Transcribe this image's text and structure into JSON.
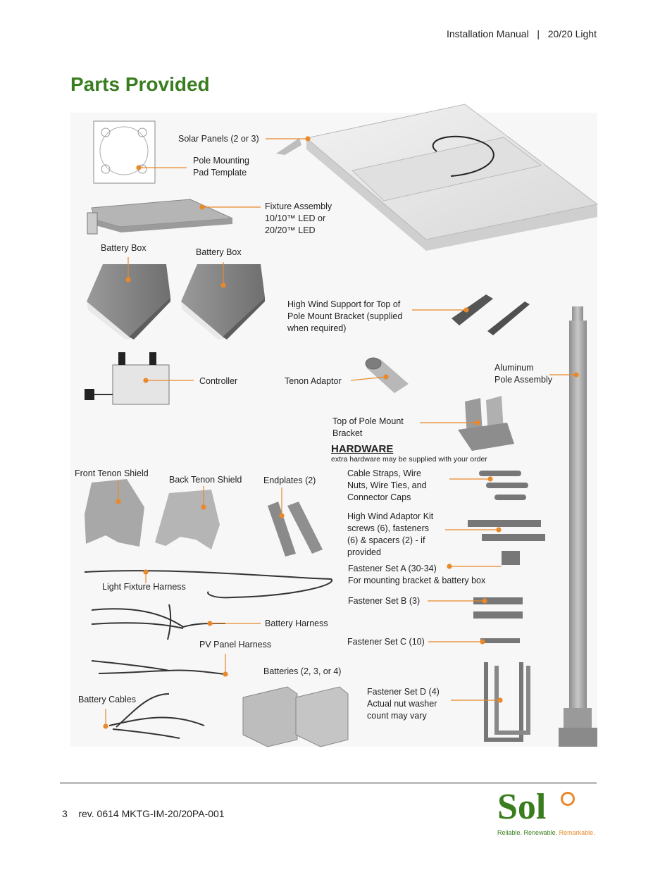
{
  "header": {
    "manual": "Installation Manual",
    "separator": "|",
    "product": "20/20 Light"
  },
  "page_title": "Parts Provided",
  "labels": {
    "solar_panels": "Solar Panels (2 or 3)",
    "pole_pad_template": "Pole Mounting\nPad Template",
    "fixture_assembly": "Fixture Assembly\n10/10™ LED or\n20/20™ LED",
    "battery_box_1": "Battery Box",
    "battery_box_2": "Battery Box",
    "high_wind_support": "High Wind Support for Top of\nPole Mount Bracket (supplied\nwhen required)",
    "controller": "Controller",
    "tenon_adaptor": "Tenon Adaptor",
    "aluminum_pole": "Aluminum\nPole Assembly",
    "top_pole_bracket": "Top of Pole Mount\nBracket",
    "front_tenon_shield": "Front Tenon Shield",
    "back_tenon_shield": "Back Tenon Shield",
    "endplates": "Endplates (2)",
    "cable_straps": "Cable Straps, Wire\nNuts, Wire Ties, and\nConnector Caps",
    "high_wind_kit": "High Wind Adaptor Kit\nscrews (6), fasteners\n(6) & spacers (2) - if\nprovided",
    "fastener_a": "Fastener Set A (30-34)\nFor mounting bracket & battery box",
    "fastener_b": "Fastener Set B (3)",
    "fastener_c": "Fastener Set C (10)",
    "fastener_d": "Fastener Set D (4)\nActual nut washer\ncount may vary",
    "light_fixture_harness": "Light Fixture Harness",
    "battery_harness": "Battery Harness",
    "pv_panel_harness": "PV Panel Harness",
    "batteries": "Batteries (2, 3, or 4)",
    "battery_cables": "Battery Cables"
  },
  "hardware": {
    "title": "HARDWARE",
    "note": "extra hardware may be supplied with your order"
  },
  "footer": {
    "page_number": "3",
    "revision": "rev. 0614 MKTG-IM-20/20PA-001"
  },
  "logo": {
    "brand": "Sol",
    "tagline_1": "Reliable.",
    "tagline_2": "Renewable.",
    "tagline_3": "Remarkable."
  },
  "colors": {
    "title_green": "#3a7d1f",
    "leader_orange": "#e8892b",
    "logo_green": "#3a7d1f",
    "logo_orange": "#e8892b"
  }
}
